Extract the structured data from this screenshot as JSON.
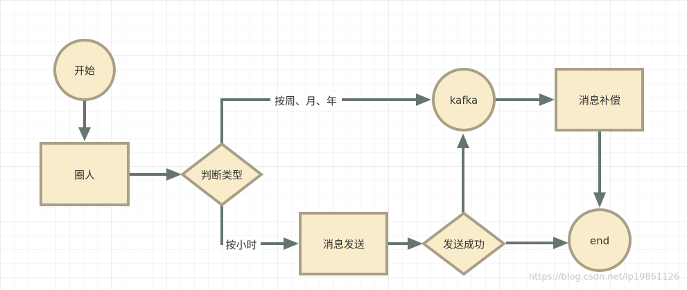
{
  "colors": {
    "node_fill": "#f9ecca",
    "node_stroke": "#a89f86",
    "edge": "#667571",
    "grid": "#e6e6e6",
    "grid_major": "#d2d2d2"
  },
  "nodes": {
    "start": "开始",
    "circle_people": "圈人",
    "judge_type": "判断类型",
    "kafka": "kafka",
    "compensate": "消息补偿",
    "send_message": "消息发送",
    "send_success": "发送成功",
    "end": "end"
  },
  "edge_labels": {
    "week_month_year": "按周、月、年",
    "hourly": "按小时"
  },
  "watermark": "https://blog.csdn.net/lp19861126"
}
